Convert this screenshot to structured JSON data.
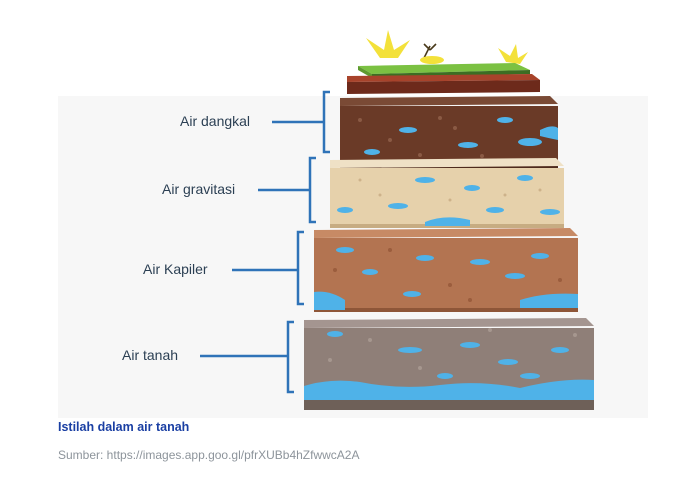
{
  "layers": [
    {
      "label": "Air dangkal"
    },
    {
      "label": "Air gravitasi"
    },
    {
      "label": "Air Kapiler"
    },
    {
      "label": "Air tanah"
    }
  ],
  "caption": {
    "title": "Istilah dalam air tanah",
    "source": "Sumber: https://images.app.goo.gl/pfrXUBb4hZfwwcA2A"
  },
  "colors": {
    "bracket": "#2f73b8",
    "water": "#4fb2e8",
    "caption_title": "#1a3fa3",
    "caption_source": "#8d949b"
  }
}
